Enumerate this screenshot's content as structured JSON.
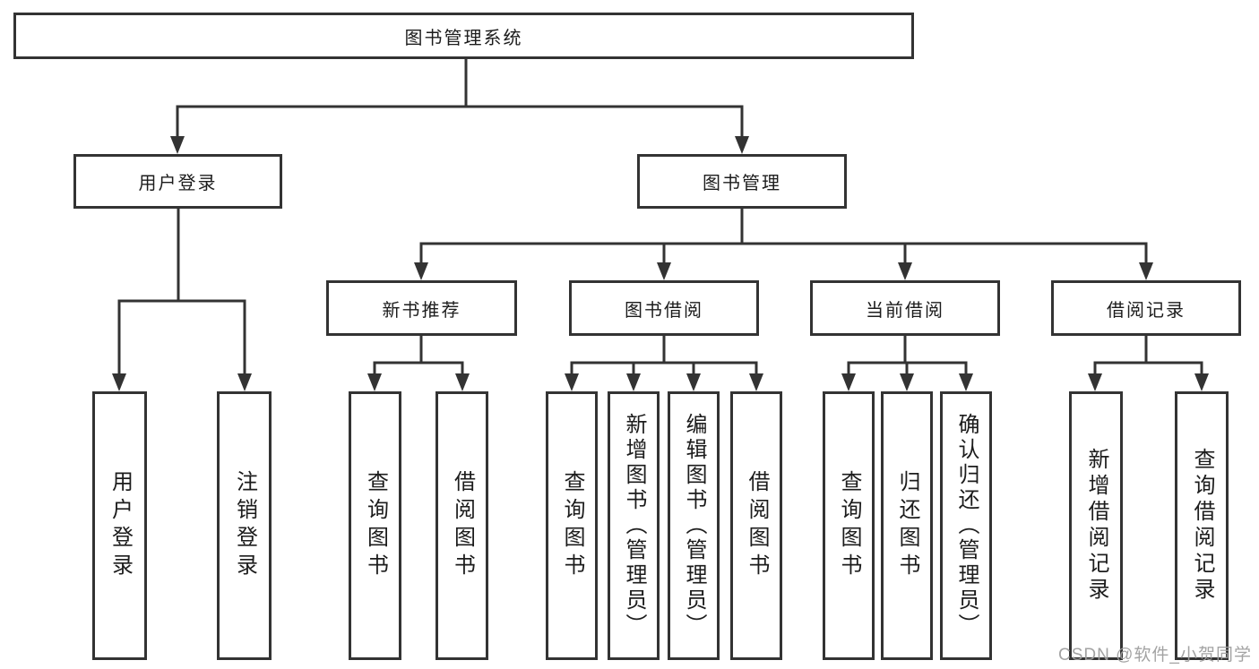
{
  "nodes": {
    "root": "图书管理系统",
    "user_login": "用户登录",
    "book_mgmt": "图书管理",
    "new_books": "新书推荐",
    "book_borrow": "图书借阅",
    "current_borrow": "当前借阅",
    "borrow_records": "借阅记录"
  },
  "leaves": {
    "user_login": [
      "用户登录",
      "注销登录"
    ],
    "new_books": [
      "查询图书",
      "借阅图书"
    ],
    "book_borrow": [
      "查询图书",
      "新增图书（管理员）",
      "编辑图书（管理员）",
      "借阅图书"
    ],
    "current_borrow": [
      "查询图书",
      "归还图书",
      "确认归还（管理员）"
    ],
    "borrow_records": [
      "新增借阅记录",
      "查询借阅记录"
    ]
  },
  "watermark": "CSDN @软件_小贺同学",
  "colors": {
    "line": "#333333",
    "box_border": "#333333",
    "box_background": "#ffffff",
    "text": "#1c1c1c",
    "watermark": "#9e9e9e"
  }
}
